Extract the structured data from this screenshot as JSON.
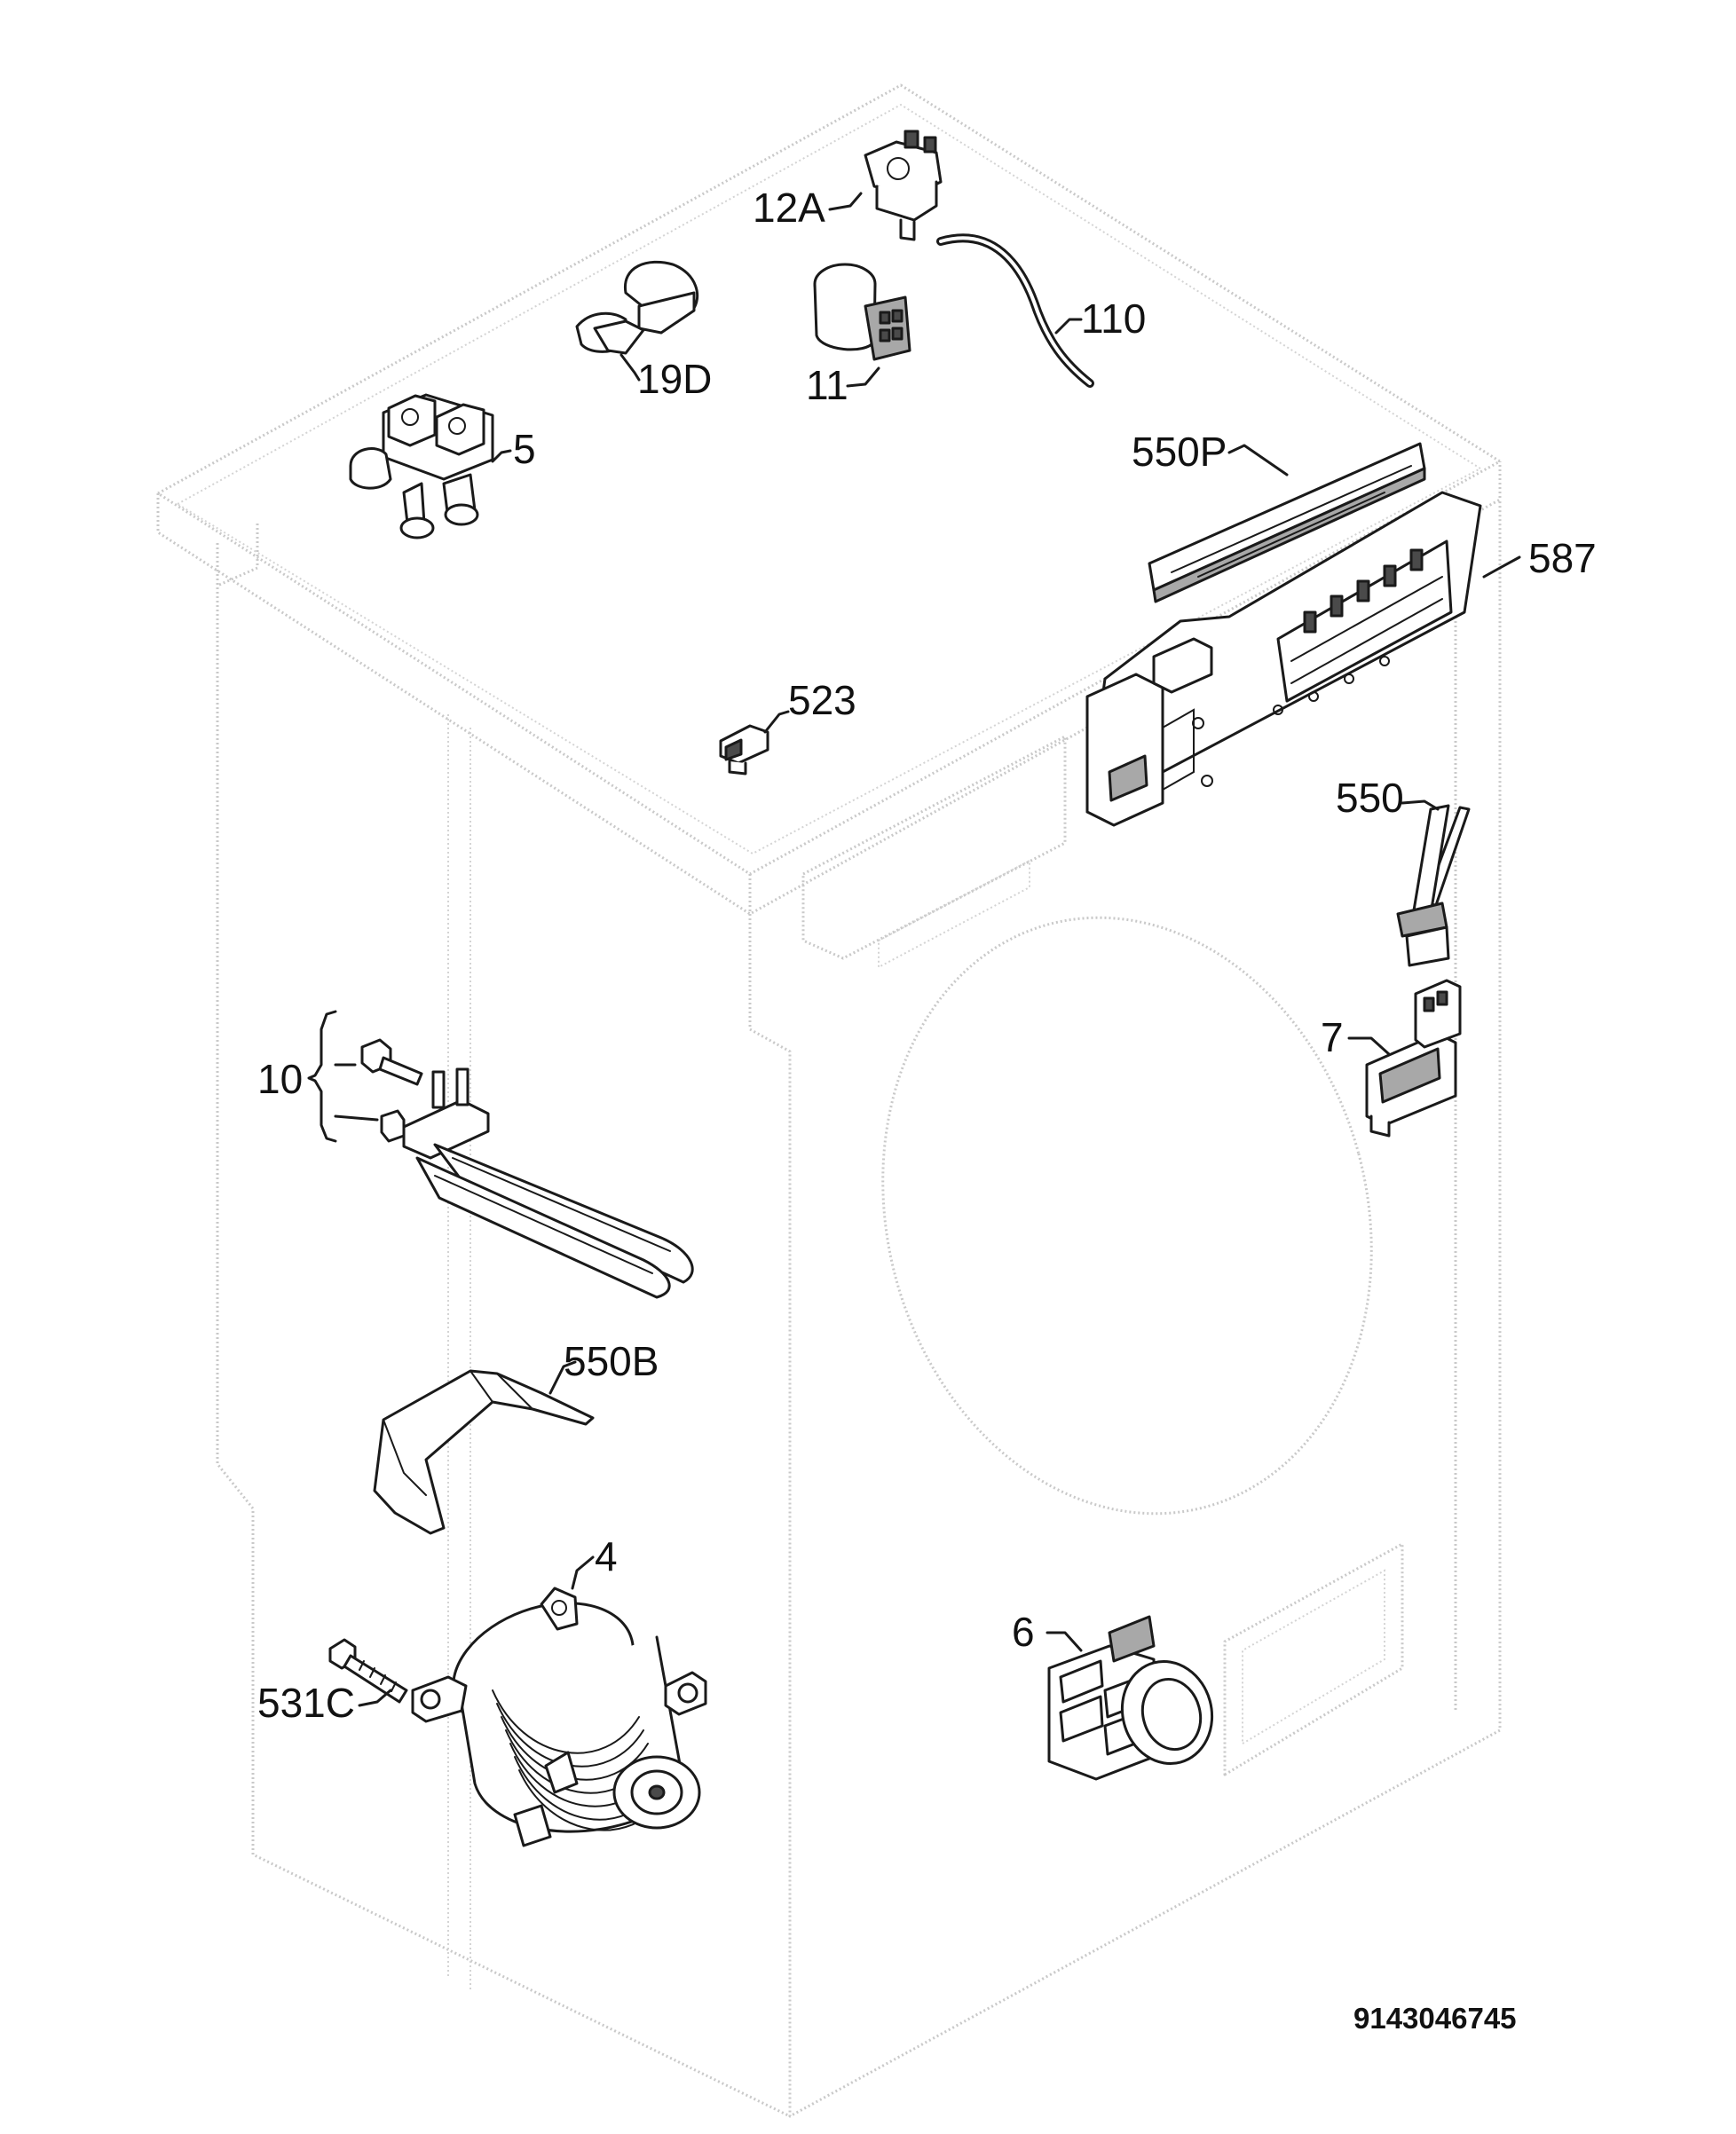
{
  "diagram": {
    "document_number": "9143046745",
    "colors": {
      "cabinet_outline": "#c9c9c9",
      "part_stroke": "#1a1a1a",
      "label_text": "#111111",
      "background": "#ffffff"
    },
    "parts": [
      {
        "id": "12A",
        "label": "12A"
      },
      {
        "id": "19D",
        "label": "19D"
      },
      {
        "id": "11",
        "label": "11"
      },
      {
        "id": "110",
        "label": "110"
      },
      {
        "id": "5",
        "label": "5"
      },
      {
        "id": "550P",
        "label": "550P"
      },
      {
        "id": "587",
        "label": "587"
      },
      {
        "id": "523",
        "label": "523"
      },
      {
        "id": "550",
        "label": "550"
      },
      {
        "id": "7",
        "label": "7"
      },
      {
        "id": "10",
        "label": "10"
      },
      {
        "id": "550B",
        "label": "550B"
      },
      {
        "id": "4",
        "label": "4"
      },
      {
        "id": "531C",
        "label": "531C"
      },
      {
        "id": "6",
        "label": "6"
      }
    ]
  }
}
